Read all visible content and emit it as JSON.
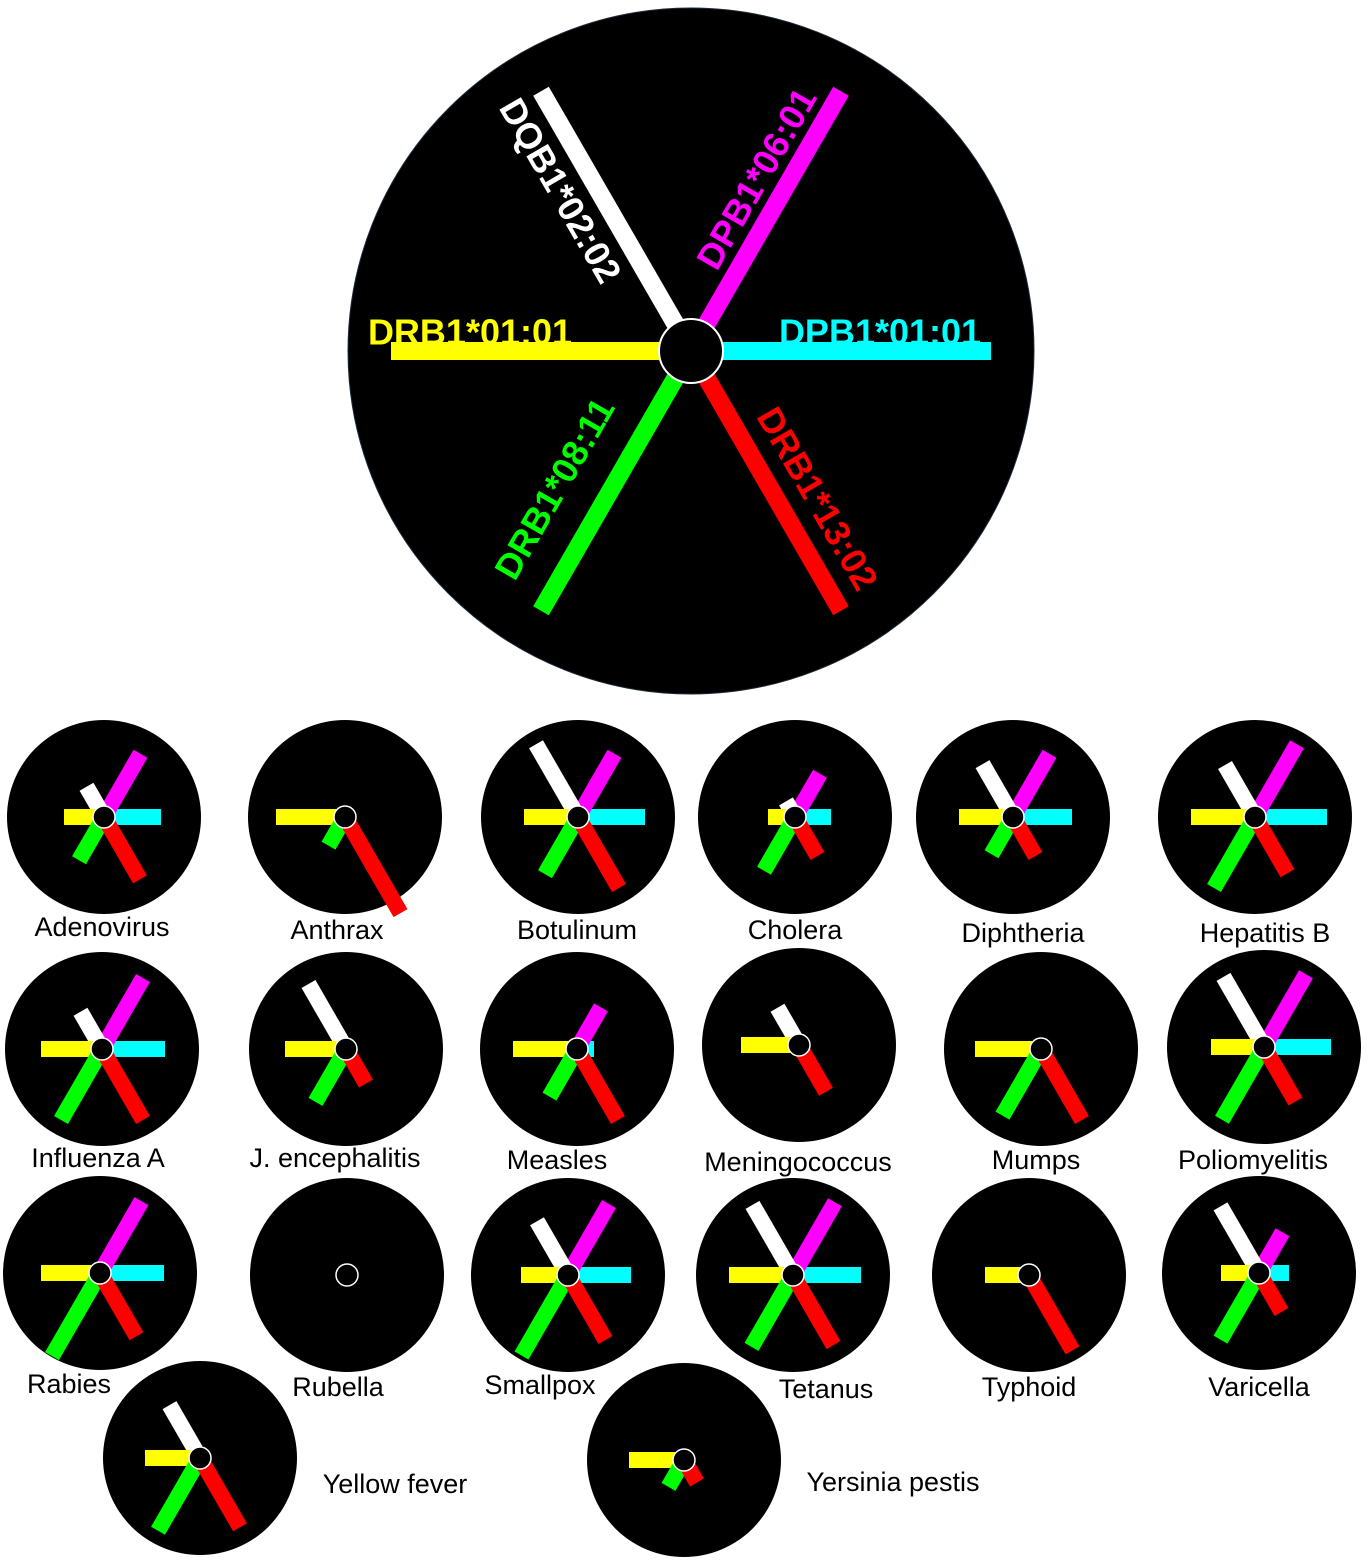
{
  "legend": {
    "alleles": [
      {
        "key": "DRB1_01_01",
        "label": "DRB1*01:01",
        "color": "#ffff00"
      },
      {
        "key": "DPB1_01_01",
        "label": "DPB1*01:01",
        "color": "#00ffff"
      },
      {
        "key": "DPB1_06_01",
        "label": "DPB1*06:01",
        "color": "#ff00ff"
      },
      {
        "key": "DQB1_02_02",
        "label": "DQB1*02:02",
        "color": "#ffffff"
      },
      {
        "key": "DRB1_08_11",
        "label": "DRB1*08:11",
        "color": "#00ff00"
      },
      {
        "key": "DRB1_13_02",
        "label": "DRB1*13:02",
        "color": "#ff0000"
      }
    ],
    "spoke_order": [
      "DPB1_01_01",
      "DPB1_06_01",
      "DQB1_02_02",
      "DRB1_01_01",
      "DRB1_08_11",
      "DRB1_13_02"
    ]
  },
  "diseases": [
    {
      "name": "Adenovirus",
      "values": [
        0.46,
        0.62,
        0.24,
        0.29,
        0.39,
        0.61
      ]
    },
    {
      "name": "Anthrax",
      "values": [
        0,
        0,
        0,
        0.58,
        0.22,
        1.0
      ]
    },
    {
      "name": "Botulinum",
      "values": [
        0.56,
        0.62,
        0.73,
        0.43,
        0.55,
        0.71
      ]
    },
    {
      "name": "Cholera",
      "values": [
        0.25,
        0.39,
        0.07,
        0.16,
        0.51,
        0.34
      ]
    },
    {
      "name": "Diphtheria",
      "values": [
        0.48,
        0.62,
        0.5,
        0.43,
        0.32,
        0.34
      ]
    },
    {
      "name": "Hepatitis B",
      "values": [
        0.61,
        0.73,
        0.49,
        0.53,
        0.71,
        0.54
      ]
    },
    {
      "name": "Influenza A",
      "values": [
        0.52,
        0.71,
        0.32,
        0.5,
        0.71,
        0.71
      ]
    },
    {
      "name": "J. encephalitis",
      "values": [
        0,
        0,
        0.64,
        0.5,
        0.5,
        0.29
      ]
    },
    {
      "name": "Measles",
      "values": [
        0.06,
        0.37,
        0,
        0.53,
        0.44,
        0.71
      ]
    },
    {
      "name": "Meningococcus",
      "values": [
        0,
        0,
        0.32,
        0.47,
        0,
        0.43
      ]
    },
    {
      "name": "Mumps",
      "values": [
        0,
        0,
        0,
        0.55,
        0.66,
        0.71
      ]
    },
    {
      "name": "Poliomyelitis",
      "values": [
        0.56,
        0.73,
        0.7,
        0.42,
        0.73,
        0.52
      ]
    },
    {
      "name": "Rabies",
      "values": [
        0.53,
        0.72,
        0,
        0.48,
        0.85,
        0.62
      ]
    },
    {
      "name": "Rubella",
      "values": [
        0,
        0,
        0,
        0,
        0,
        0
      ]
    },
    {
      "name": "Smallpox",
      "values": [
        0.52,
        0.71,
        0.51,
        0.36,
        0.82,
        0.64
      ]
    },
    {
      "name": "Tetanus",
      "values": [
        0.57,
        0.73,
        0.7,
        0.53,
        0.72,
        0.7
      ]
    },
    {
      "name": "Typhoid",
      "values": [
        0,
        0,
        0,
        0.33,
        0,
        0.76
      ]
    },
    {
      "name": "Varicella",
      "values": [
        0.19,
        0.36,
        0.66,
        0.27,
        0.66,
        0.34
      ]
    },
    {
      "name": "Yellow fever",
      "values": [
        0,
        0,
        0.5,
        0.44,
        0.73,
        0.69
      ]
    },
    {
      "name": "Yersinia pestis",
      "values": [
        0,
        0,
        0,
        0.44,
        0.2,
        0.15
      ]
    }
  ],
  "colors": {
    "disc": "#000000",
    "center_ring": "#ffffff",
    "label_text": "#000000",
    "background": "#ffffff"
  }
}
